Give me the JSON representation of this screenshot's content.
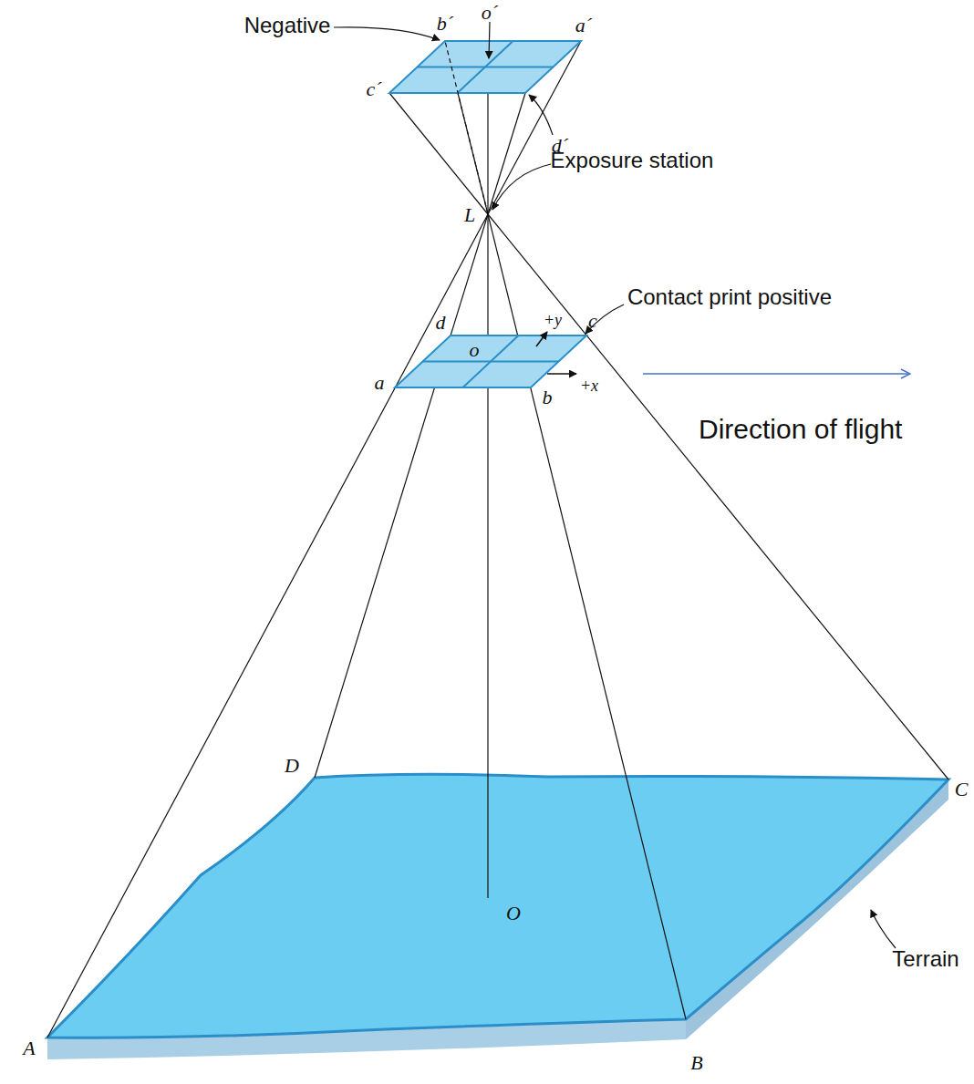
{
  "diagram": {
    "labels": [
      "Negative",
      "b´",
      "o´",
      "a´",
      "c´",
      "d´",
      "Exposure station",
      "L",
      "d",
      "+y",
      "c",
      "Contact print positive",
      "o",
      "a",
      "b",
      "+x",
      "Direction of flight",
      "D",
      "C",
      "O",
      "Terrain",
      "A",
      "B"
    ]
  }
}
